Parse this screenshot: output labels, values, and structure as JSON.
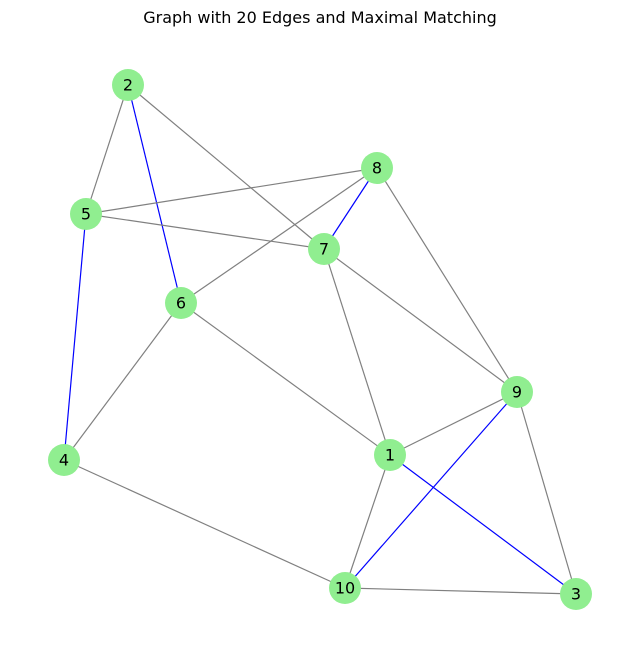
{
  "title": "Graph with 20 Edges and Maximal Matching",
  "colors": {
    "node_fill": "#90ee90",
    "edge": "#808080",
    "matching_edge": "#0000ff",
    "label": "#000000",
    "background": "#ffffff"
  },
  "graph": {
    "nodes": [
      {
        "id": "1",
        "label": "1"
      },
      {
        "id": "2",
        "label": "2"
      },
      {
        "id": "3",
        "label": "3"
      },
      {
        "id": "4",
        "label": "4"
      },
      {
        "id": "5",
        "label": "5"
      },
      {
        "id": "6",
        "label": "6"
      },
      {
        "id": "7",
        "label": "7"
      },
      {
        "id": "8",
        "label": "8"
      },
      {
        "id": "9",
        "label": "9"
      },
      {
        "id": "10",
        "label": "10"
      }
    ],
    "edges": [
      {
        "source": "2",
        "target": "5",
        "matching": false
      },
      {
        "source": "2",
        "target": "6",
        "matching": true
      },
      {
        "source": "2",
        "target": "7",
        "matching": false
      },
      {
        "source": "5",
        "target": "8",
        "matching": false
      },
      {
        "source": "5",
        "target": "7",
        "matching": false
      },
      {
        "source": "5",
        "target": "4",
        "matching": true
      },
      {
        "source": "8",
        "target": "7",
        "matching": true
      },
      {
        "source": "8",
        "target": "6",
        "matching": false
      },
      {
        "source": "8",
        "target": "9",
        "matching": false
      },
      {
        "source": "7",
        "target": "9",
        "matching": false
      },
      {
        "source": "7",
        "target": "1",
        "matching": false
      },
      {
        "source": "6",
        "target": "4",
        "matching": false
      },
      {
        "source": "6",
        "target": "1",
        "matching": false
      },
      {
        "source": "9",
        "target": "1",
        "matching": false
      },
      {
        "source": "9",
        "target": "10",
        "matching": true
      },
      {
        "source": "9",
        "target": "3",
        "matching": false
      },
      {
        "source": "1",
        "target": "3",
        "matching": true
      },
      {
        "source": "1",
        "target": "10",
        "matching": false
      },
      {
        "source": "4",
        "target": "10",
        "matching": false
      },
      {
        "source": "10",
        "target": "3",
        "matching": false
      }
    ]
  }
}
